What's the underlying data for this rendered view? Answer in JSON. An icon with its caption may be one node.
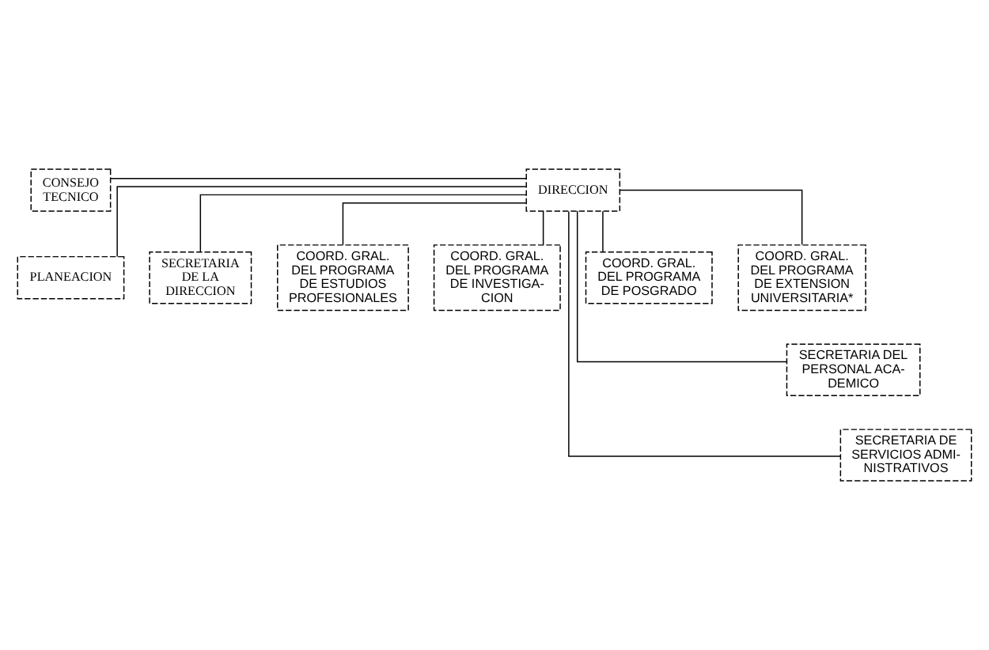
{
  "diagram": {
    "nodes": [
      {
        "text": [
          "CONSEJO TECNICO"
        ]
      },
      {
        "text": [
          "DIRECCION"
        ]
      },
      {
        "text": [
          "PLANEACION"
        ]
      },
      {
        "text": [
          "SECRETARIA DE LA DIRECCION"
        ]
      },
      {
        "text": [
          "COORD. GRAL. DEL PROGRAMA DE ESTUDIOS PROFESIONALES"
        ]
      },
      {
        "text": [
          "COORD. GRAL. DEL PROGRAMA DE INVESTIGA- CION"
        ]
      },
      {
        "text": [
          "COORD. GRAL. DEL PROGRAMA DE POSGRADO"
        ]
      },
      {
        "text": [
          "COORD. GRAL. DEL PROGRAMA DE EXTENSION UNIVERSITARIA*"
        ]
      },
      {
        "text": [
          "SECRETARIA DEL PERSONAL ACA- DEMICO"
        ]
      },
      {
        "text": [
          "SECRETARIA DE SERVICIOS ADMI- NISTRATIVOS"
        ]
      }
    ],
    "edges": [
      {
        "from": 1,
        "to": 0,
        "arrow": "none"
      },
      {
        "from": 1,
        "to": 2,
        "arrow": "none"
      },
      {
        "from": 1,
        "to": 3,
        "arrow": "none"
      },
      {
        "from": 1,
        "to": 4,
        "arrow": "none"
      },
      {
        "from": 1,
        "to": 5,
        "arrow": "none"
      },
      {
        "from": 1,
        "to": 6,
        "arrow": "none"
      },
      {
        "from": 1,
        "to": 7,
        "arrow": "none"
      },
      {
        "from": 1,
        "to": 8,
        "arrow": "none"
      },
      {
        "from": 1,
        "to": 9,
        "arrow": "none"
      }
    ]
  }
}
